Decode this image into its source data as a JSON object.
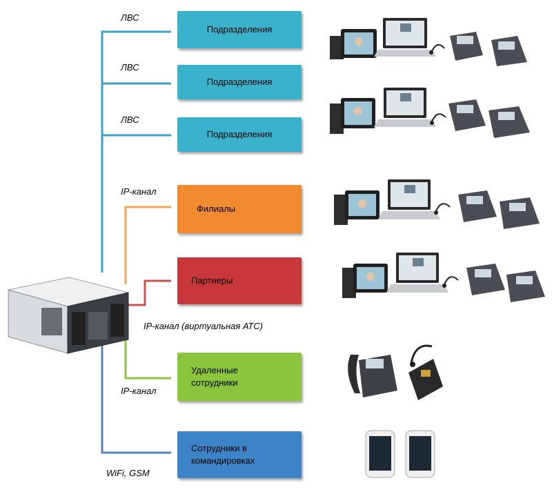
{
  "connections": {
    "lan_1": "ЛВС",
    "lan_2": "ЛВС",
    "lan_3": "ЛВС",
    "ip_channel_branches": "IP-канал",
    "ip_channel_virtual_pbx": "IP-канал (виртуальная АТС)",
    "ip_channel_remote": "IP-канал",
    "wifi_gsm": "WiFi, GSM"
  },
  "nodes": {
    "department_1": "Подразделения",
    "department_2": "Подразделения",
    "department_3": "Подразделения",
    "branches": "Филиалы",
    "partners": "Партнеры",
    "remote_employees": "Удаленные сотрудники",
    "traveling_employees": "Сотрудники в командировках"
  },
  "colors": {
    "lan": "#3aa2c2",
    "department_box": "#3ab2cc",
    "branches_box": "#f28a2f",
    "branches_line": "#f4a45a",
    "partners_box": "#c8373a",
    "partners_line": "#c8504f",
    "remote_box": "#8cc43e",
    "remote_line": "#8cc43e",
    "travel_box": "#3d83c7",
    "travel_line": "#5a84b8"
  },
  "icons": {
    "server": "rack-server-icon",
    "video_phone": "video-phone-icon",
    "laptop": "laptop-icon",
    "headset": "headset-icon",
    "desk_phone": "desk-phone-icon",
    "ip_phone": "ip-phone-icon",
    "operator_console": "operator-console-icon",
    "smartphone": "smartphone-icon"
  }
}
